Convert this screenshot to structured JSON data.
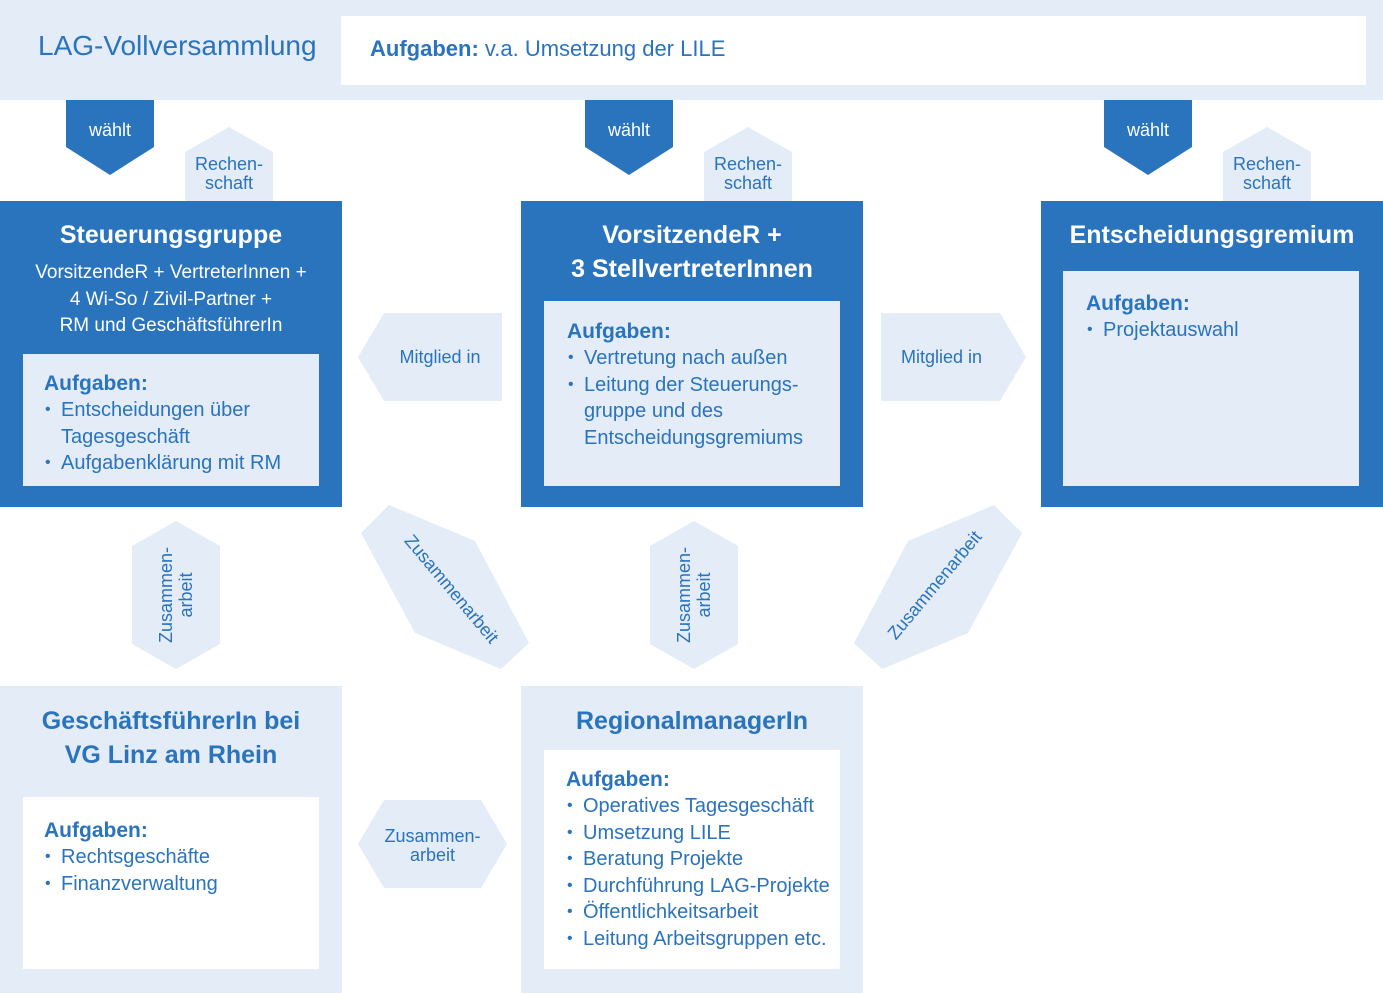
{
  "top": {
    "title": "LAG-Vollversammlung",
    "task_label": "Aufgaben:",
    "task_text": "v.a. Umsetzung der LILE"
  },
  "arrows": {
    "waehlt": "wählt",
    "rechenschaft_line1": "Rechen-",
    "rechenschaft_line2": "schaft",
    "mitglied_in": "Mitglied in",
    "zusammenarbeit_line1": "Zusammen-",
    "zusammenarbeit_line2": "arbeit",
    "zusammenarbeit": "Zusammenarbeit"
  },
  "steuerungsgruppe": {
    "title": "Steuerungsgruppe",
    "members": [
      "VorsitzendeR + VertreterInnen +",
      "4 Wi-So / Zivil-Partner +",
      "RM und GeschäftsführerIn"
    ],
    "task_head": "Aufgaben:",
    "tasks": [
      "Entscheidungen über Tagesgeschäft",
      "Aufgabenklärung mit RM"
    ]
  },
  "vorsitz": {
    "title_line1": "VorsitzendeR +",
    "title_line2": "3 StellvertreterInnen",
    "task_head": "Aufgaben:",
    "tasks": [
      "Vertretung nach außen",
      "Leitung der Steuerungs-gruppe und des Entscheidungsgremiums"
    ]
  },
  "entscheidungsgremium": {
    "title": "Entscheidungsgremium",
    "task_head": "Aufgaben:",
    "tasks": [
      "Projektauswahl"
    ]
  },
  "geschaeftsfuehrer": {
    "title_line1": "GeschäftsführerIn bei",
    "title_line2": "VG Linz am Rhein",
    "task_head": "Aufgaben:",
    "tasks": [
      "Rechtsgeschäfte",
      "Finanzverwaltung"
    ]
  },
  "regionalmanager": {
    "title": "RegionalmanagerIn",
    "task_head": "Aufgaben:",
    "tasks": [
      "Operatives Tagesgeschäft",
      "Umsetzung LILE",
      "Beratung Projekte",
      "Durchführung LAG-Projekte",
      "Öffentlichkeitsarbeit",
      "Leitung Arbeitsgruppen etc."
    ]
  },
  "colors": {
    "primary": "#2a73bd",
    "light": "#e3ecf7",
    "white": "#ffffff"
  }
}
